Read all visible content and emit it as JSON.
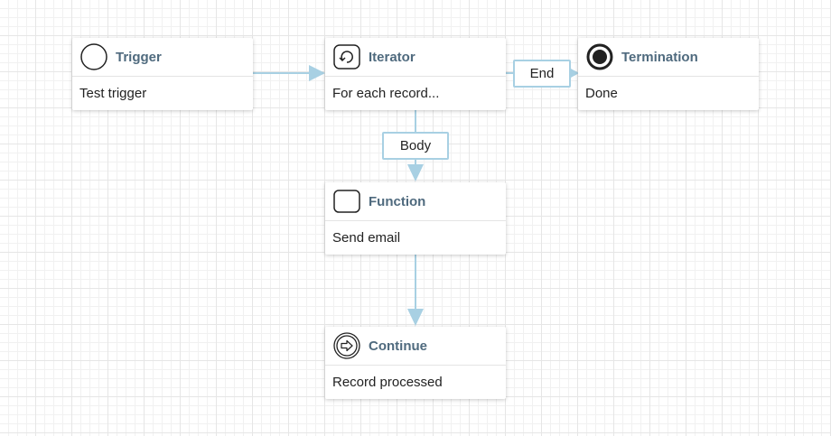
{
  "colors": {
    "edge": "#a8d0e3",
    "title": "#4f6a7e",
    "body_text": "#222222",
    "grid": "#e6e6e6"
  },
  "nodes": {
    "trigger": {
      "title": "Trigger",
      "body": "Test trigger",
      "icon": "start-event-circle-icon"
    },
    "iterator": {
      "title": "Iterator",
      "body": "For each record...",
      "icon": "loop-icon"
    },
    "termination": {
      "title": "Termination",
      "body": "Done",
      "icon": "end-event-icon"
    },
    "function": {
      "title": "Function",
      "body": "Send email",
      "icon": "task-rectangle-icon"
    },
    "continue": {
      "title": "Continue",
      "body": "Record processed",
      "icon": "continue-arrow-icon"
    }
  },
  "edges": {
    "iterator_end": {
      "label": "End"
    },
    "iterator_body": {
      "label": "Body"
    }
  }
}
